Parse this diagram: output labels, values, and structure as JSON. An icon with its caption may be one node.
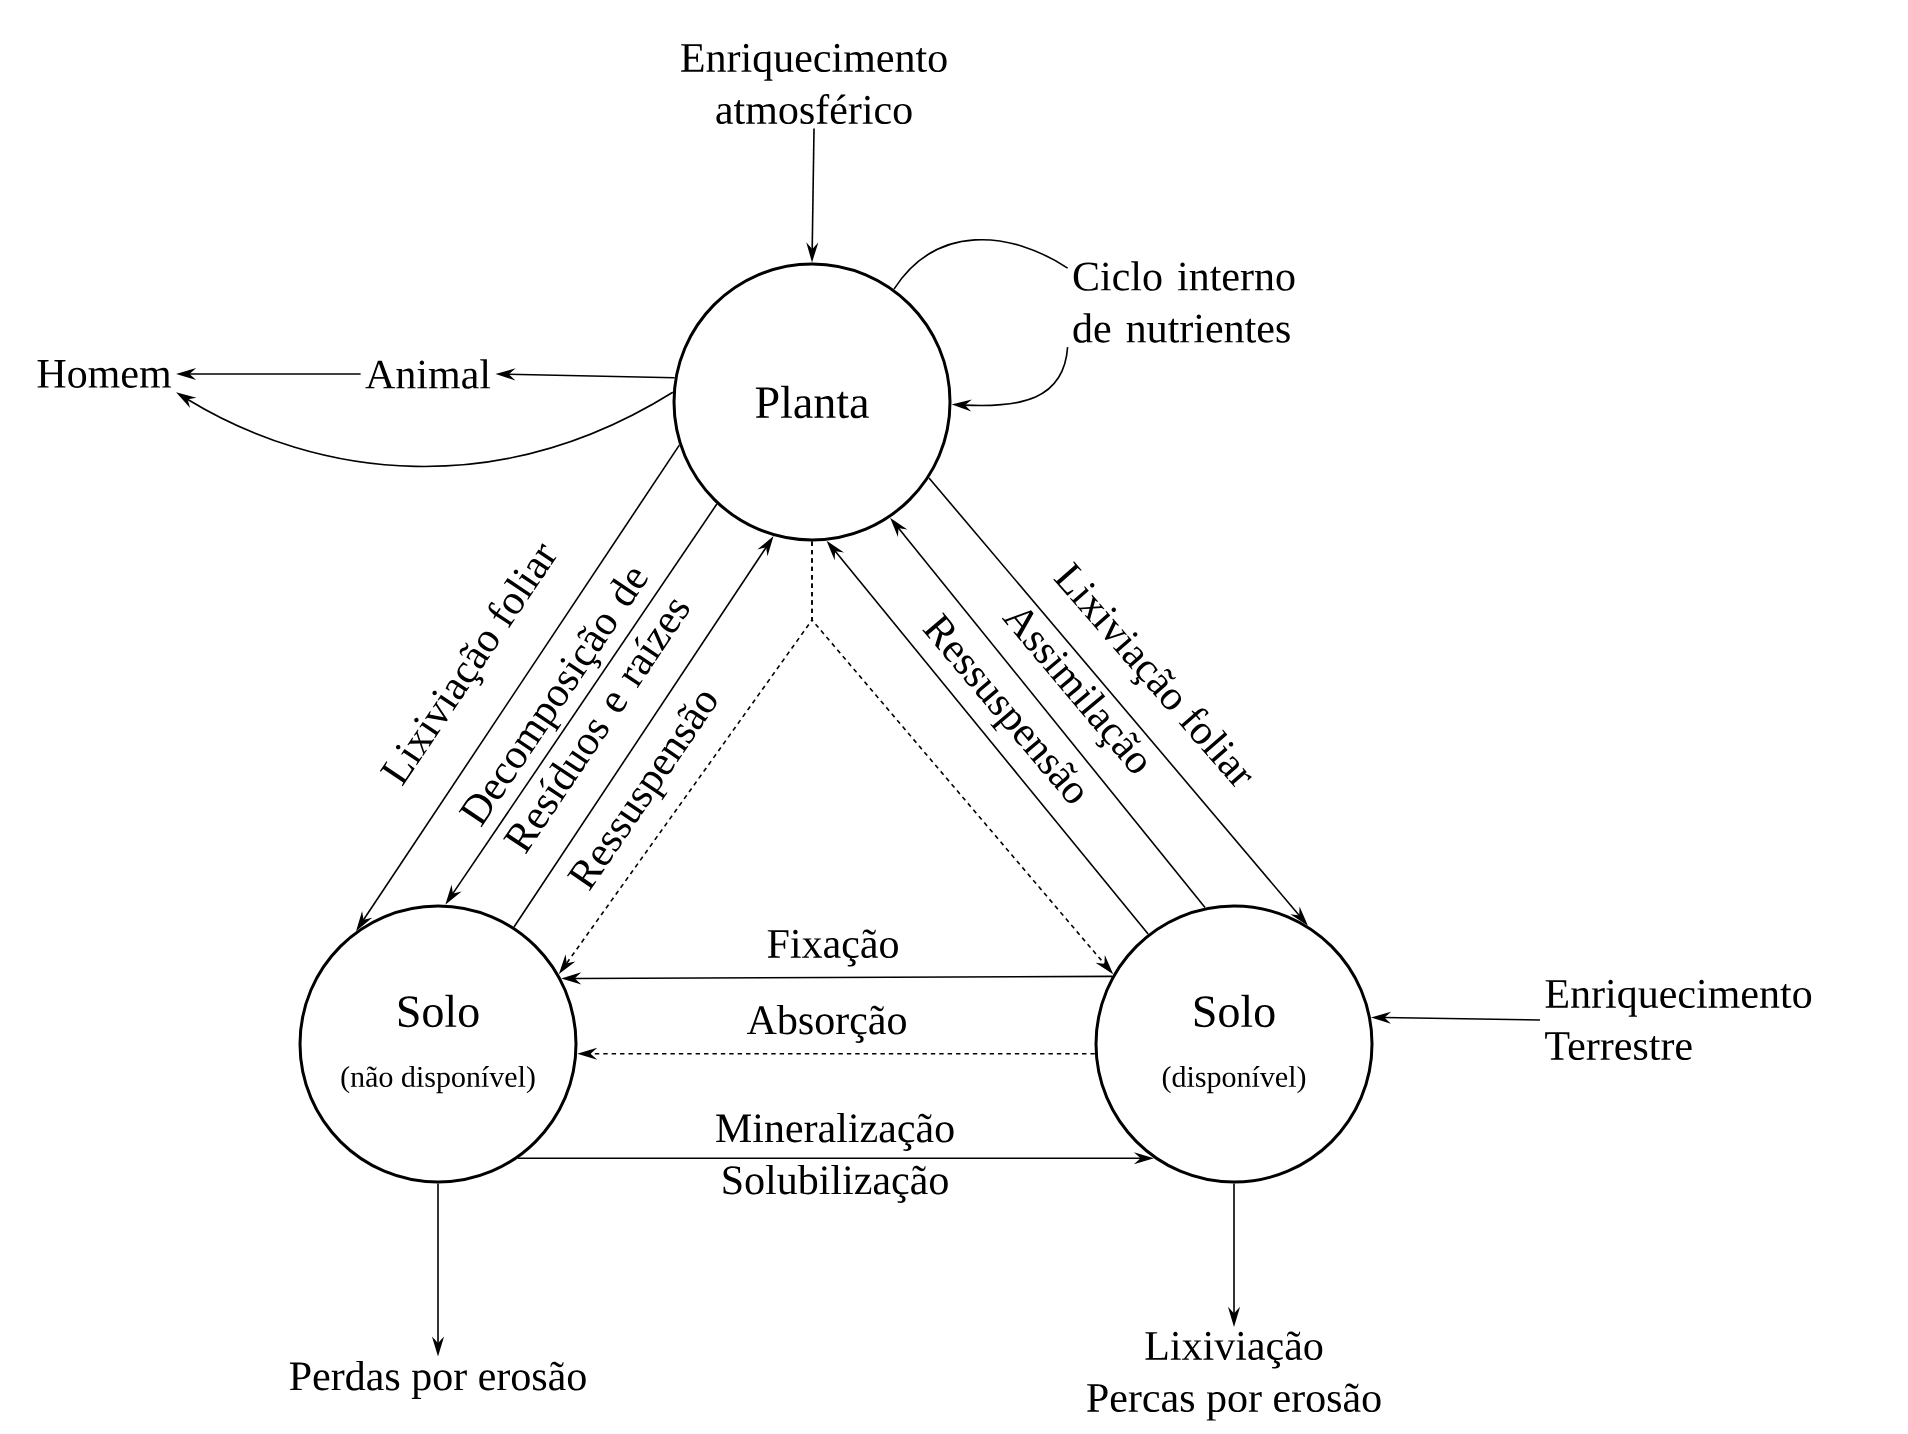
{
  "diagram": {
    "nodes": [
      {
        "text": [
          "Enriquecimento atmosférico"
        ]
      },
      {
        "text": [
          "Planta"
        ]
      },
      {
        "text": [
          "Ciclo interno de nutrientes"
        ]
      },
      {
        "text": [
          "Animal"
        ]
      },
      {
        "text": [
          "Homem"
        ]
      },
      {
        "text": [
          "Solo",
          "(não disponível)"
        ]
      },
      {
        "text": [
          "Solo",
          "(disponível)"
        ]
      },
      {
        "text": [
          "Enriquecimento Terrestre"
        ]
      },
      {
        "text": [
          "Perdas por erosão"
        ]
      },
      {
        "text": [
          "Lixiviação",
          "Percas por erosão"
        ]
      }
    ],
    "edges": [
      {
        "from": 0,
        "to": 1,
        "arrow": "to"
      },
      {
        "from": 1,
        "to": 2,
        "arrow": "none"
      },
      {
        "from": 2,
        "to": 1,
        "arrow": "to"
      },
      {
        "from": 1,
        "to": 3,
        "arrow": "to"
      },
      {
        "from": 3,
        "to": 4,
        "arrow": "to"
      },
      {
        "from": 1,
        "to": 4,
        "arrow": "to"
      },
      {
        "from": 1,
        "to": 5,
        "arrow": "to",
        "label": "Lixiviação foliar"
      },
      {
        "from": 1,
        "to": 5,
        "arrow": "to",
        "label": "Decomposição de Resíduos e raízes"
      },
      {
        "from": 5,
        "to": 1,
        "arrow": "to",
        "label": "Ressuspensão"
      },
      {
        "from": 1,
        "to": 5,
        "arrow": "to",
        "style": "dashed"
      },
      {
        "from": 1,
        "to": 6,
        "arrow": "to",
        "style": "dashed"
      },
      {
        "from": 6,
        "to": 1,
        "arrow": "to",
        "label": "Ressuspensão"
      },
      {
        "from": 6,
        "to": 1,
        "arrow": "to",
        "label": "Assimilação"
      },
      {
        "from": 1,
        "to": 6,
        "arrow": "to",
        "label": "Lixiviação foliar"
      },
      {
        "from": 6,
        "to": 5,
        "arrow": "to",
        "label": "Fixação"
      },
      {
        "from": 6,
        "to": 5,
        "arrow": "to",
        "label": "Absorção",
        "style": "dashed"
      },
      {
        "from": 5,
        "to": 6,
        "arrow": "to",
        "label": "Mineralização Solubilização"
      },
      {
        "from": 7,
        "to": 6,
        "arrow": "to"
      },
      {
        "from": 5,
        "to": 8,
        "arrow": "to"
      },
      {
        "from": 6,
        "to": 9,
        "arrow": "to"
      }
    ]
  }
}
